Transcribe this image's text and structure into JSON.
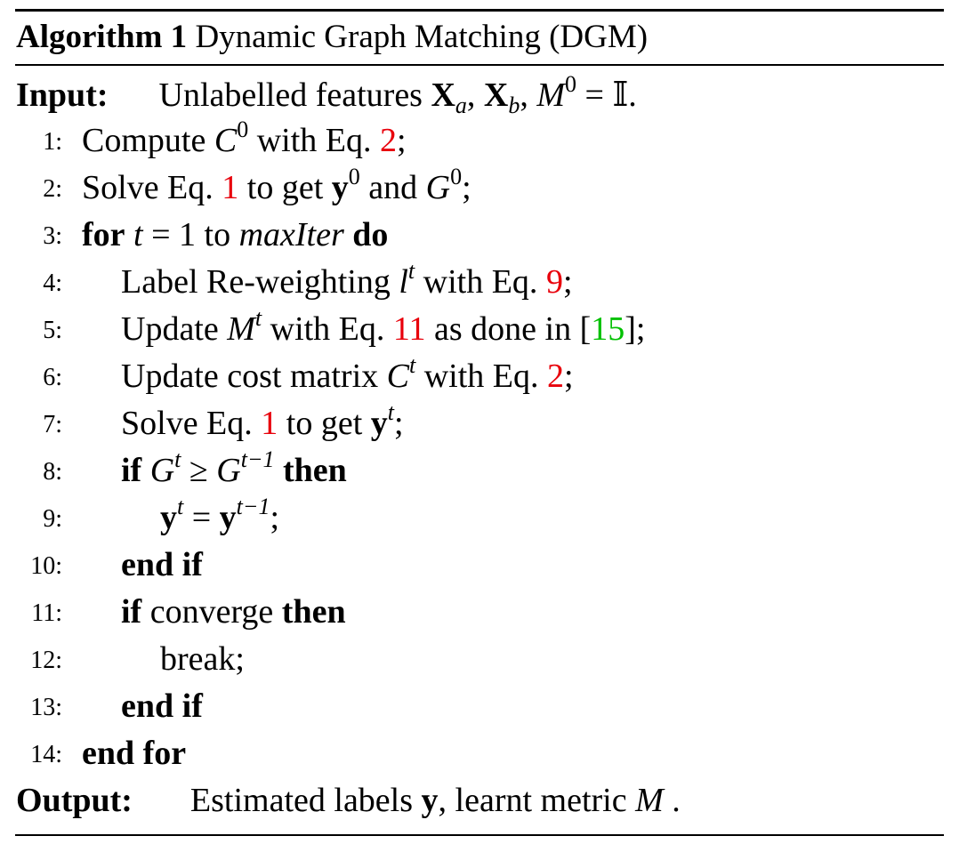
{
  "algorithm": {
    "label": "Algorithm 1",
    "title": "Dynamic Graph Matching (DGM)"
  },
  "input": {
    "label": "Input:",
    "text": "Unlabelled features",
    "math": {
      "X": "X",
      "a": "a",
      "b": "b",
      "M": "M",
      "zero": "0",
      "eq": " = ",
      "identity": "𝕀",
      "end": "."
    }
  },
  "lines": [
    {
      "n": "1:",
      "t1": "Compute ",
      "var": "C",
      "sup": "0",
      "t2": " with Eq. ",
      "ref": "2",
      "t3": ";"
    },
    {
      "n": "2:",
      "t1": "Solve Eq. ",
      "ref": "1",
      "t2": " to get ",
      "y": "y",
      "ysup": "0",
      "t3": " and ",
      "G": "G",
      "Gsup": "0",
      "t4": ";"
    },
    {
      "n": "3:",
      "kw1": "for",
      "var": "t",
      "t1": " = 1 to ",
      "mi": "maxIter",
      "kw2": "do"
    },
    {
      "n": "4:",
      "t1": "Label Re-weighting ",
      "var": "l",
      "sup": "t",
      "t2": " with Eq. ",
      "ref": "9",
      "t3": ";"
    },
    {
      "n": "5:",
      "t1": "Update ",
      "var": "M",
      "sup": "t",
      "t2": " with Eq. ",
      "ref": "11",
      "t3": " as done in [",
      "cite": "15",
      "t4": "];"
    },
    {
      "n": "6:",
      "t1": "Update cost matrix ",
      "var": "C",
      "sup": "t",
      "t2": " with Eq. ",
      "ref": "2",
      "t3": ";"
    },
    {
      "n": "7:",
      "t1": "Solve Eq. ",
      "ref": "1",
      "t2": " to get ",
      "y": "y",
      "sup": "t",
      "t3": ";"
    },
    {
      "n": "8:",
      "kw1": "if",
      "var": "G",
      "sup": "t",
      "op": " ≥ ",
      "var2": "G",
      "sup2": "t−1",
      "kw2": "then"
    },
    {
      "n": "9:",
      "y": "y",
      "sup": "t",
      "op": " = ",
      "y2": "y",
      "sup2": "t−1",
      "t1": ";"
    },
    {
      "n": "10:",
      "kw1": "end if"
    },
    {
      "n": "11:",
      "kw1": "if",
      "t1": " converge ",
      "kw2": "then"
    },
    {
      "n": "12:",
      "t1": "break;"
    },
    {
      "n": "13:",
      "kw1": "end if"
    },
    {
      "n": "14:",
      "kw1": "end for"
    }
  ],
  "output": {
    "label": "Output:",
    "t1": "Estimated labels ",
    "y": "y",
    "t2": ", learnt metric ",
    "M": "M",
    "t3": " ."
  },
  "colors": {
    "ref": "#e8000b",
    "cite": "#00c000"
  }
}
